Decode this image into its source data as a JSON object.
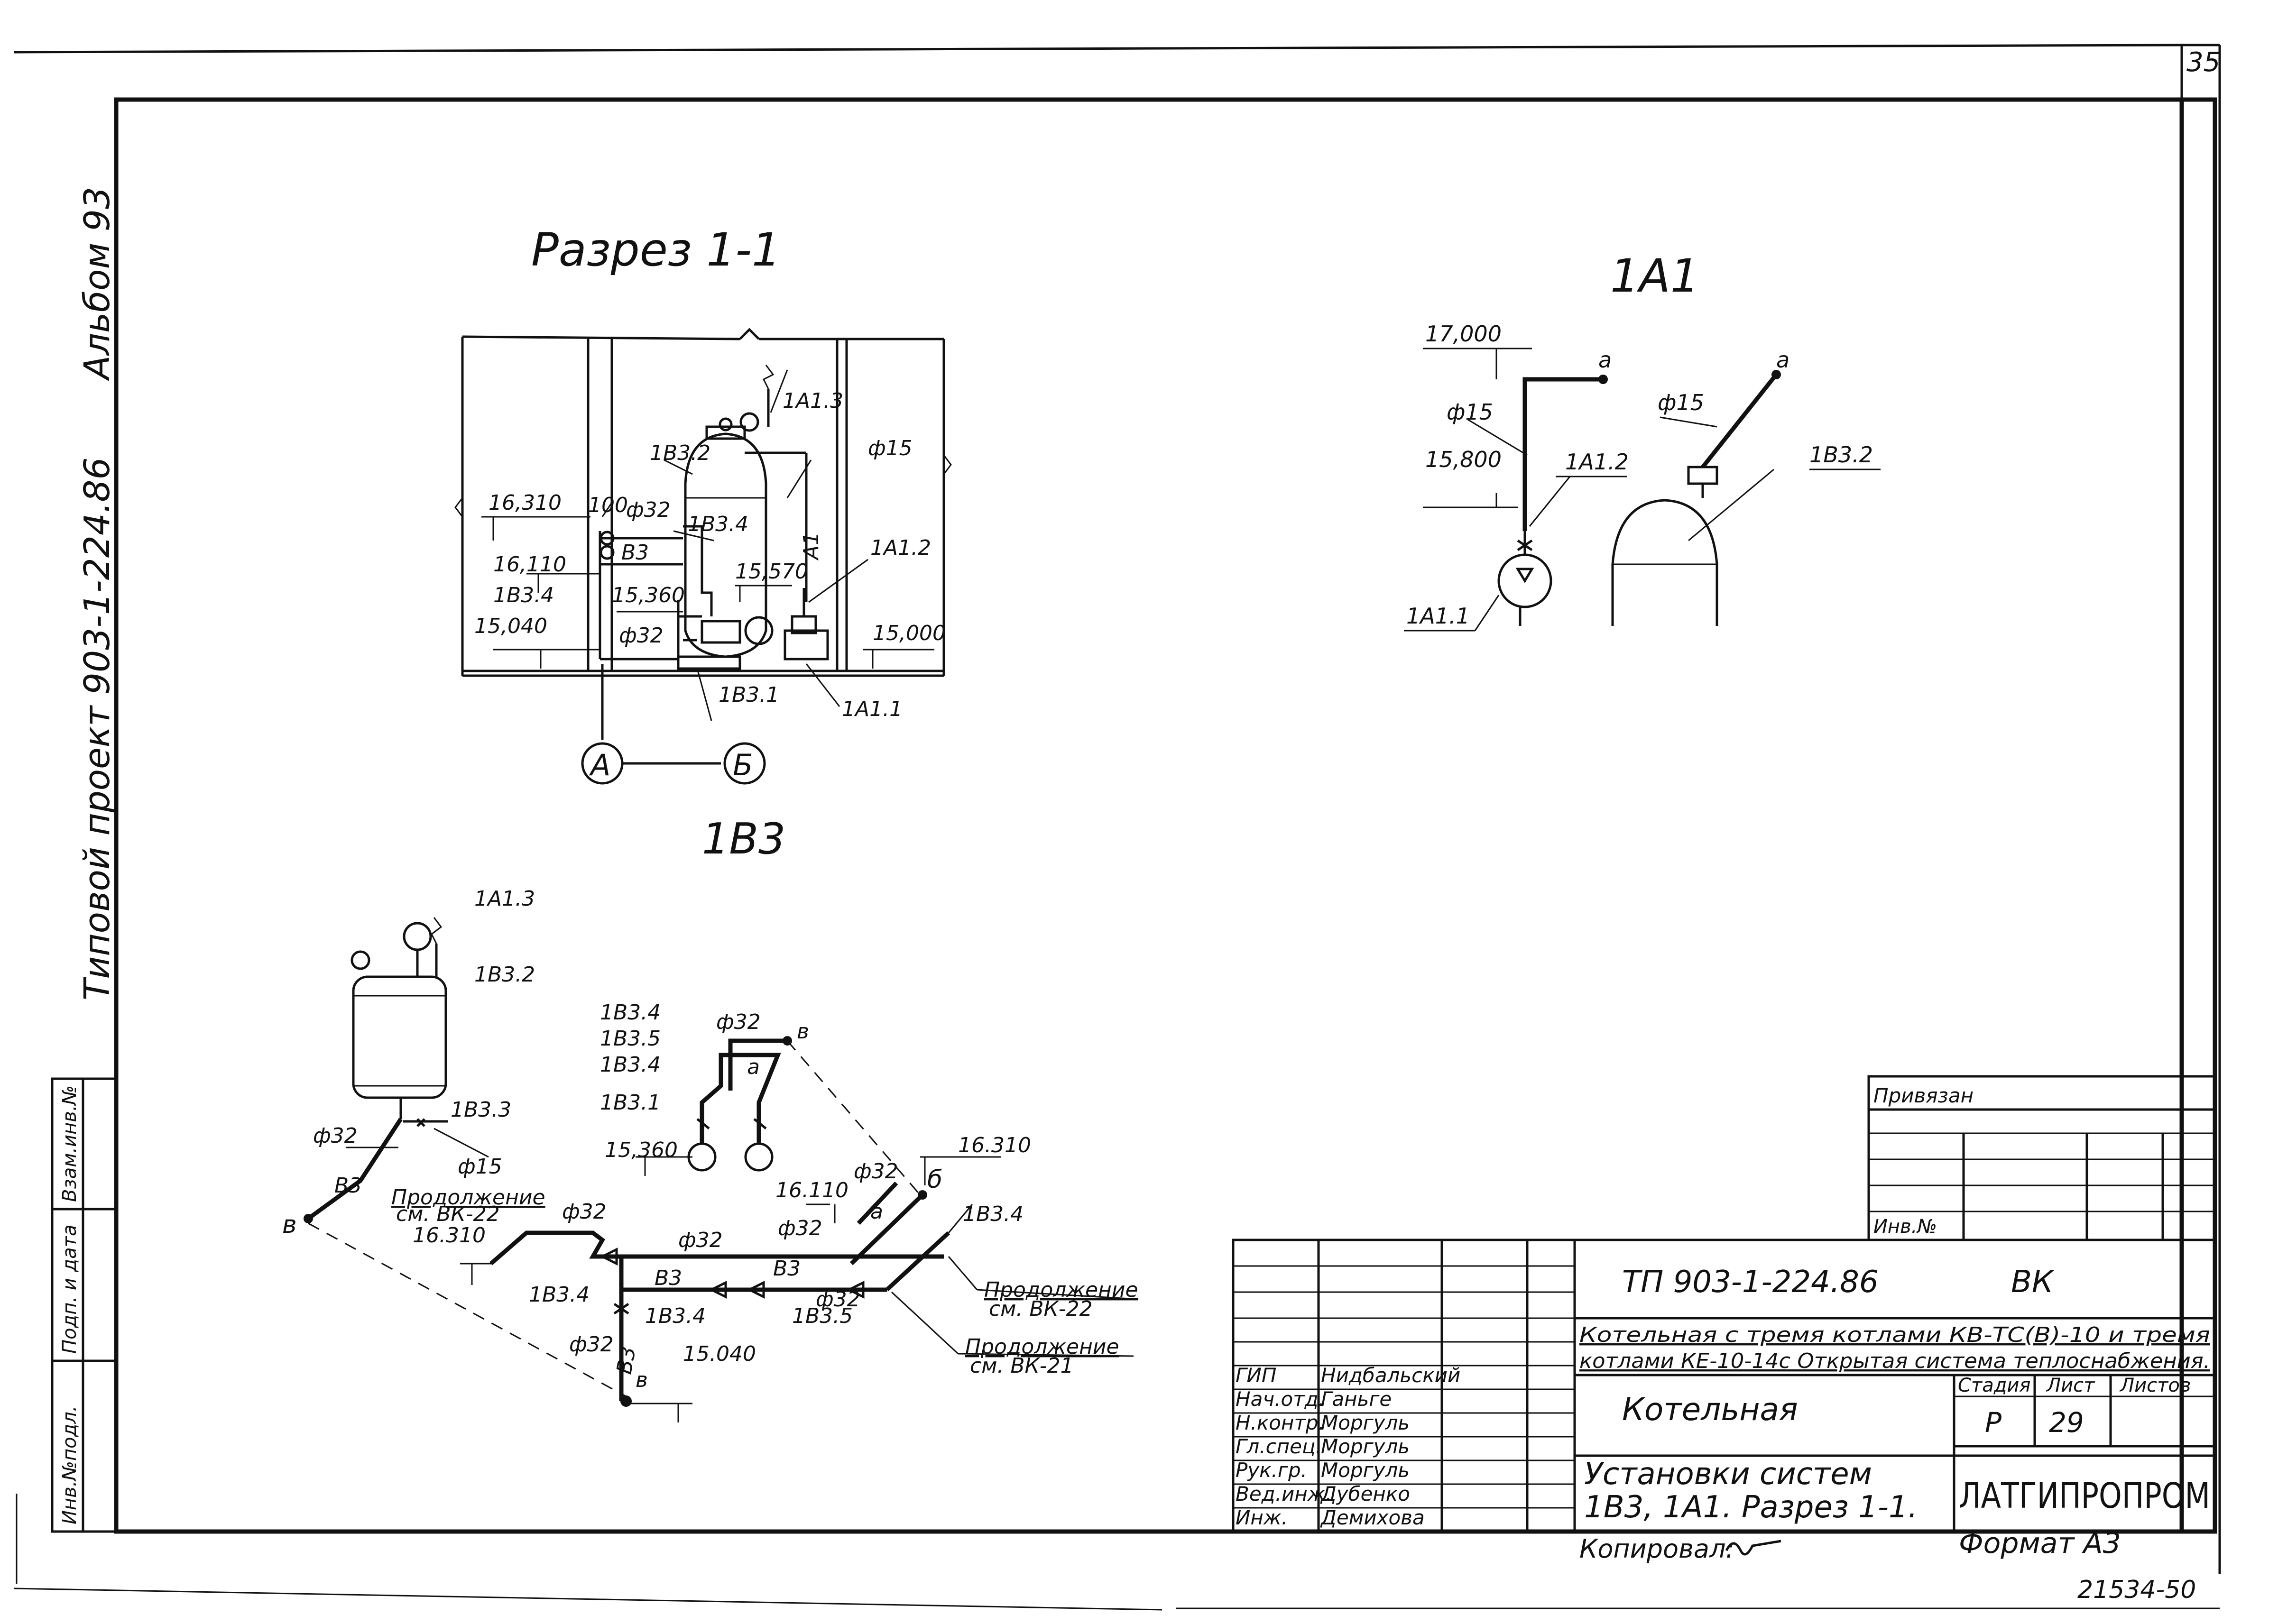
{
  "sheet": {
    "page_number": "35",
    "format_note": "Формат А3",
    "copy_note": "Копировал:",
    "bottom_code": "21534-50"
  },
  "side": {
    "project": "Типовой проект 903-1-224.86",
    "album": "Альбом 93"
  },
  "left_stamp": [
    "Инв.№подл.",
    "Подп. и дата",
    "Взам.инв.№"
  ],
  "views": {
    "section_title": "Разрез 1-1",
    "a1_title": "1А1",
    "b3_title": "1В3",
    "axis_a": "А",
    "axis_b": "Б"
  },
  "section": {
    "lbl_1a13": "1А1.3",
    "lbl_1b32": "1В3.2",
    "lbl_phi15": "ф15",
    "lbl_1a12": "1А1.2",
    "lbl_1a11": "1А1.1",
    "lbl_1b31": "1В3.1",
    "lbl_1b34": "1В3.4",
    "lbl_100": "100",
    "lbl_phi32": "ф32",
    "lbl_b3": "В3",
    "lbl_a1": "А1",
    "el_16310": "16,310",
    "el_16110": "16,110",
    "el_15570": "15,570",
    "el_15360": "15,360",
    "el_15040": "15,040",
    "el_15000": "15,000",
    "lbl_1b34b": "1В3.4",
    "lbl_phi32b": "ф32"
  },
  "a1": {
    "el_17000": "17,000",
    "el_15800": "15,800",
    "phi15_left": "ф15",
    "phi15_right": "ф15",
    "pt_a_left": "а",
    "pt_a_right": "а",
    "lbl_1a12": "1А1.2",
    "lbl_1b32": "1В3.2",
    "lbl_1a11": "1А1.1"
  },
  "b3": {
    "lbl_1a13": "1А1.3",
    "lbl_1b32": "1В3.2",
    "lbl_1b33": "1В3.3",
    "phi32_a": "ф32",
    "phi15": "ф15",
    "b3_a": "В3",
    "pt_v_left": "в",
    "cont_1": "Продолжение",
    "cont_1_ref": "см. ВК-22",
    "el_16310a": "16.310",
    "phi32_b": "ф32",
    "phi32_c": "ф32",
    "b3_b": "В3",
    "b3_c": "В3",
    "lbl_1b34a": "1В3.4",
    "lbl_1b34b": "1В3.4",
    "lbl_1b35": "1В3.5",
    "phi32_d": "ф32",
    "b3_d": "В3",
    "pt_v_bottom": "в",
    "el_15040": "15.040",
    "p_1b34": "1В3.4",
    "p_1b35": "1В3.5",
    "p_1b34b": "1В3.4",
    "p_1b31": "1В3.1",
    "p_phi32": "ф32",
    "p_pt_v": "в",
    "p_pt_a": "а",
    "el_15360": "15,360",
    "el_16110": "16.110",
    "phi32_e": "ф32",
    "phi32_f": "ф32",
    "pt_a2": "а",
    "pt_b": "б",
    "el_16310b": "16.310",
    "phi32_g": "ф32",
    "lbl_1b34c": "1В3.4",
    "cont_2": "Продолжение",
    "cont_2_ref": "см. ВК-22",
    "cont_3": "Продолжение",
    "cont_3_ref": "см. ВК-21"
  },
  "title_block": {
    "privyazan": "Привязан",
    "inv_no": "Инв.№",
    "code": "ТП 903-1-224.86",
    "mark": "ВК",
    "desc_1": "Котельная с тремя котлами КВ-ТС(В)-10 и тремя",
    "desc_2": "котлами КЕ-10-14с Открытая система теплоснабжения.",
    "object": "Котельная",
    "drawing_1": "Установки систем",
    "drawing_2": "1В3, 1А1. Разрез 1-1.",
    "col_stage": "Стадия",
    "col_sheet": "Лист",
    "col_sheets": "Листов",
    "stage": "Р",
    "sheet_no": "29",
    "company": "ЛАТГИПРОПРОМ",
    "roles": [
      {
        "role": "ГИП",
        "name": "Нидбальский"
      },
      {
        "role": "Нач.отд.",
        "name": "Ганьге"
      },
      {
        "role": "Н.контр.",
        "name": "Моргуль"
      },
      {
        "role": "Гл.спец.",
        "name": "Моргуль"
      },
      {
        "role": "Рук.гр.",
        "name": "Моргуль"
      },
      {
        "role": "Вед.инж.",
        "name": "Дубенко"
      },
      {
        "role": "Инж.",
        "name": "Демихова"
      }
    ]
  }
}
